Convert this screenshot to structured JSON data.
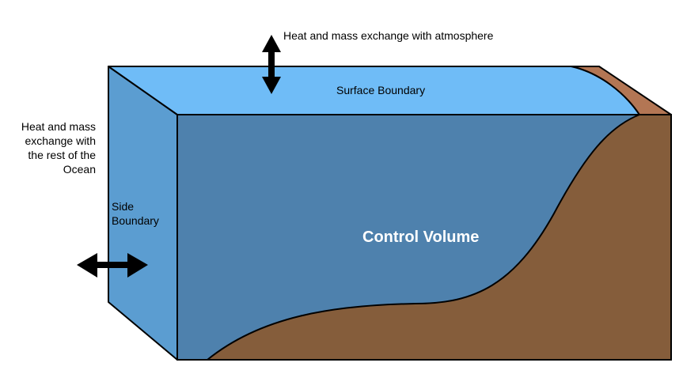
{
  "labels": {
    "atmosphere_exchange": "Heat and mass exchange with atmosphere",
    "surface_boundary": "Surface Boundary",
    "ocean_exchange": "Heat and mass\nexchange with\nthe rest of the\nOcean",
    "side_boundary": "Side\nBoundary",
    "control_volume": "Control Volume"
  },
  "colors": {
    "surface": "#6fbcf7",
    "side": "#5b9dd1",
    "front_water": "#4e81ad",
    "seabed": "#855d3b",
    "seabed_top": "#b37654",
    "outline": "#000000",
    "arrow": "#000000"
  }
}
